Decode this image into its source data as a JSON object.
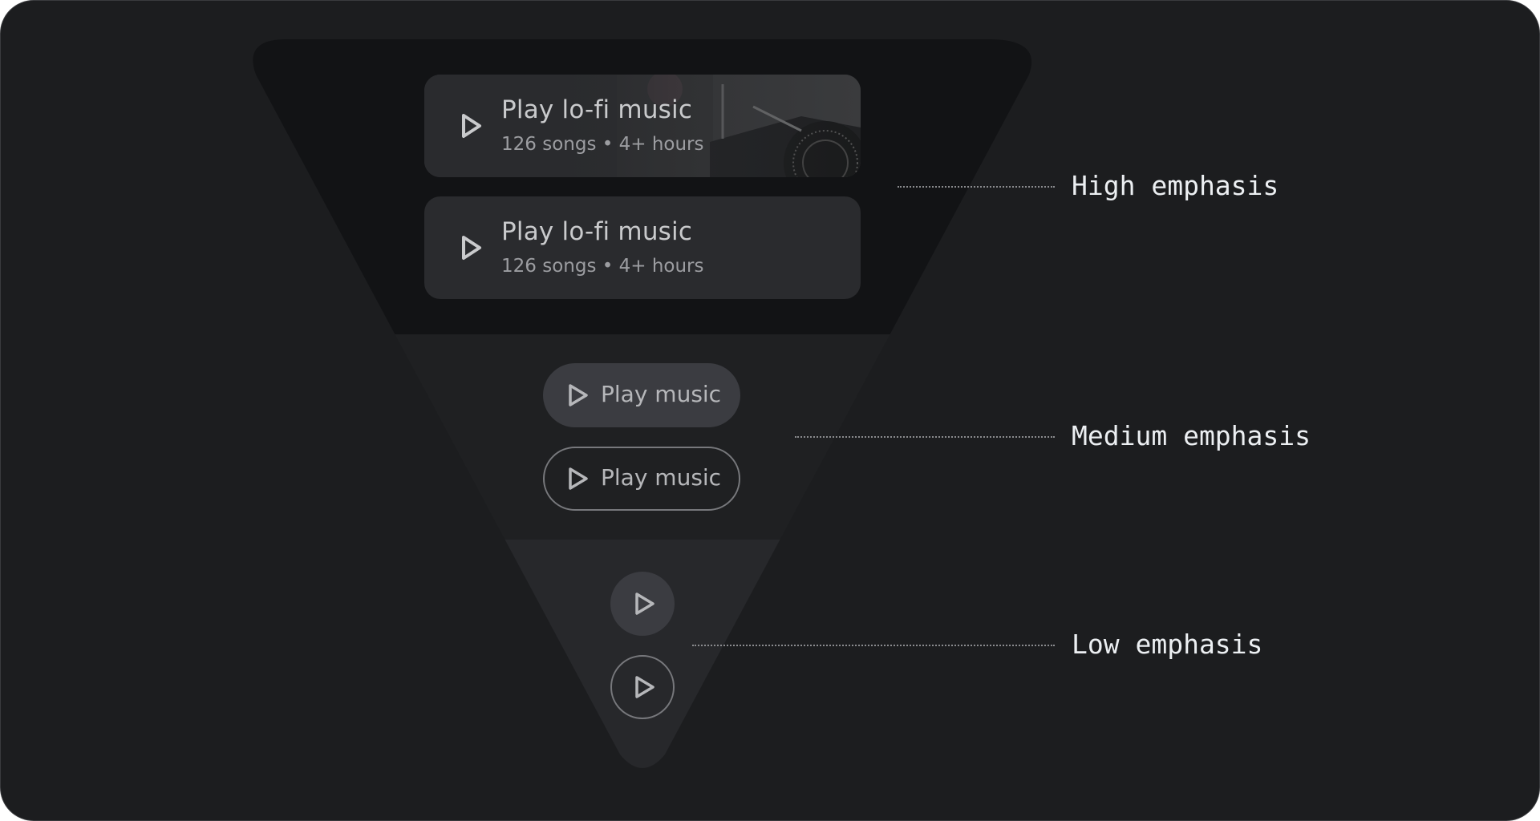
{
  "colors": {
    "background": "#1c1d1f",
    "tier_high": "#121315",
    "tier_medium": "#1f2022",
    "tier_low": "#27282b",
    "card": "#2a2b2e",
    "tonal_button": "#3b3c41",
    "outline": "#77787c",
    "label_text": "#eceff2"
  },
  "high": {
    "label": "High emphasis",
    "cards": [
      {
        "title": "Play lo-fi music",
        "subtitle": "126 songs • 4+ hours",
        "icon": "play-icon",
        "has_image": true
      },
      {
        "title": "Play lo-fi music",
        "subtitle": "126 songs • 4+ hours",
        "icon": "play-icon",
        "has_image": false
      }
    ]
  },
  "medium": {
    "label": "Medium emphasis",
    "buttons": [
      {
        "label": "Play music",
        "style": "tonal",
        "icon": "play-icon"
      },
      {
        "label": "Play music",
        "style": "outlined",
        "icon": "play-icon"
      }
    ]
  },
  "low": {
    "label": "Low emphasis",
    "buttons": [
      {
        "style": "tonal",
        "icon": "play-icon"
      },
      {
        "style": "outlined",
        "icon": "play-icon"
      }
    ]
  }
}
